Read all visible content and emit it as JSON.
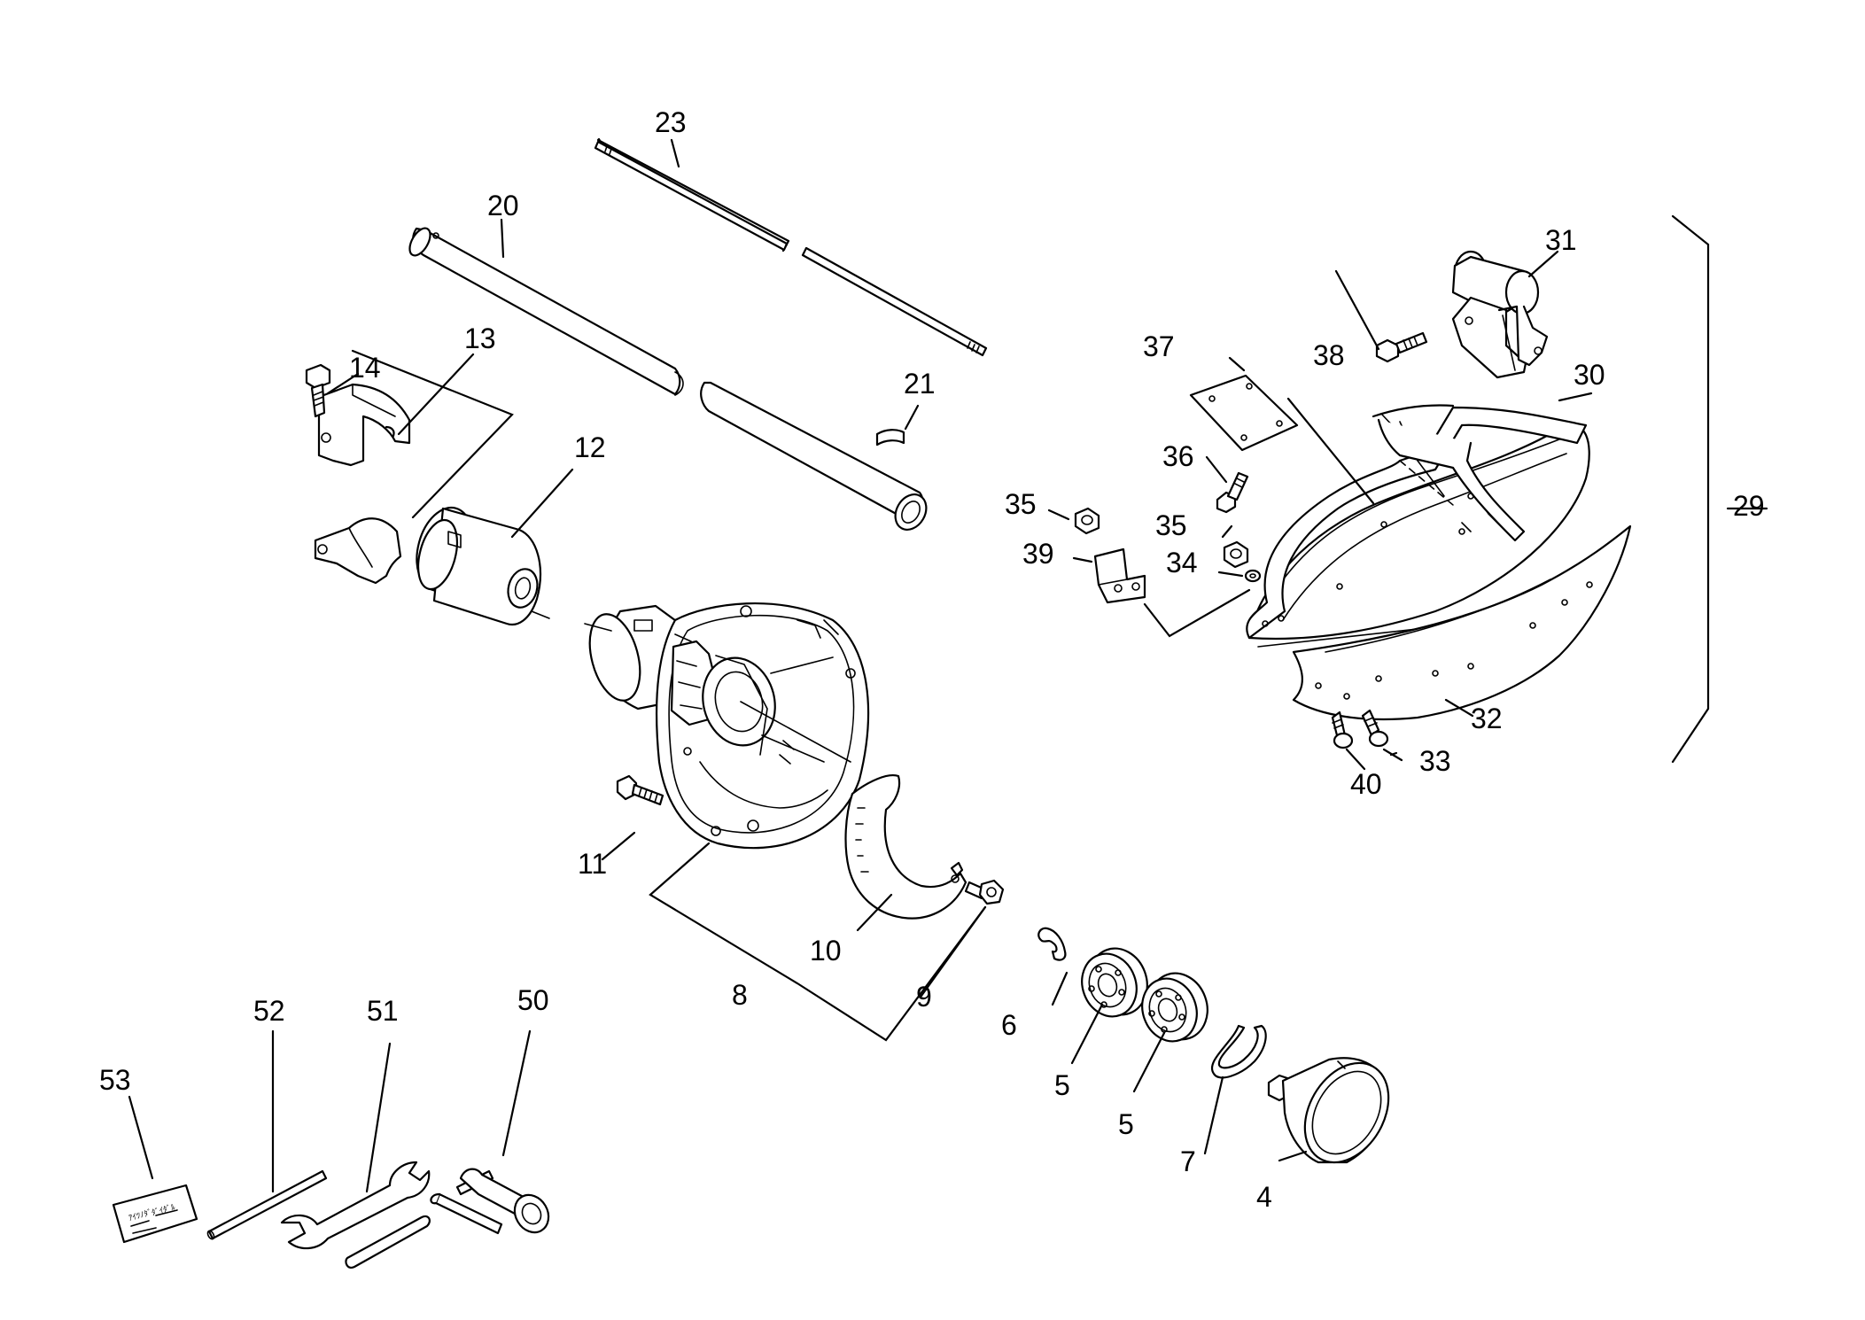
{
  "callouts": {
    "p4": "4",
    "p5a": "5",
    "p5b": "5",
    "p6": "6",
    "p7": "7",
    "p8": "8",
    "p9": "9",
    "p10": "10",
    "p11": "11",
    "p12": "12",
    "p13": "13",
    "p14": "14",
    "p20": "20",
    "p21": "21",
    "p23": "23",
    "p29": "29",
    "p30": "30",
    "p31": "31",
    "p32": "32",
    "p33": "33",
    "p34": "34",
    "p35a": "35",
    "p35b": "35",
    "p36": "36",
    "p37": "37",
    "p38": "38",
    "p39": "39",
    "p40": "40",
    "p50": "50",
    "p51": "51",
    "p52": "52",
    "p53": "53"
  },
  "colors": {
    "ink": "#000000",
    "paper": "#ffffff"
  }
}
